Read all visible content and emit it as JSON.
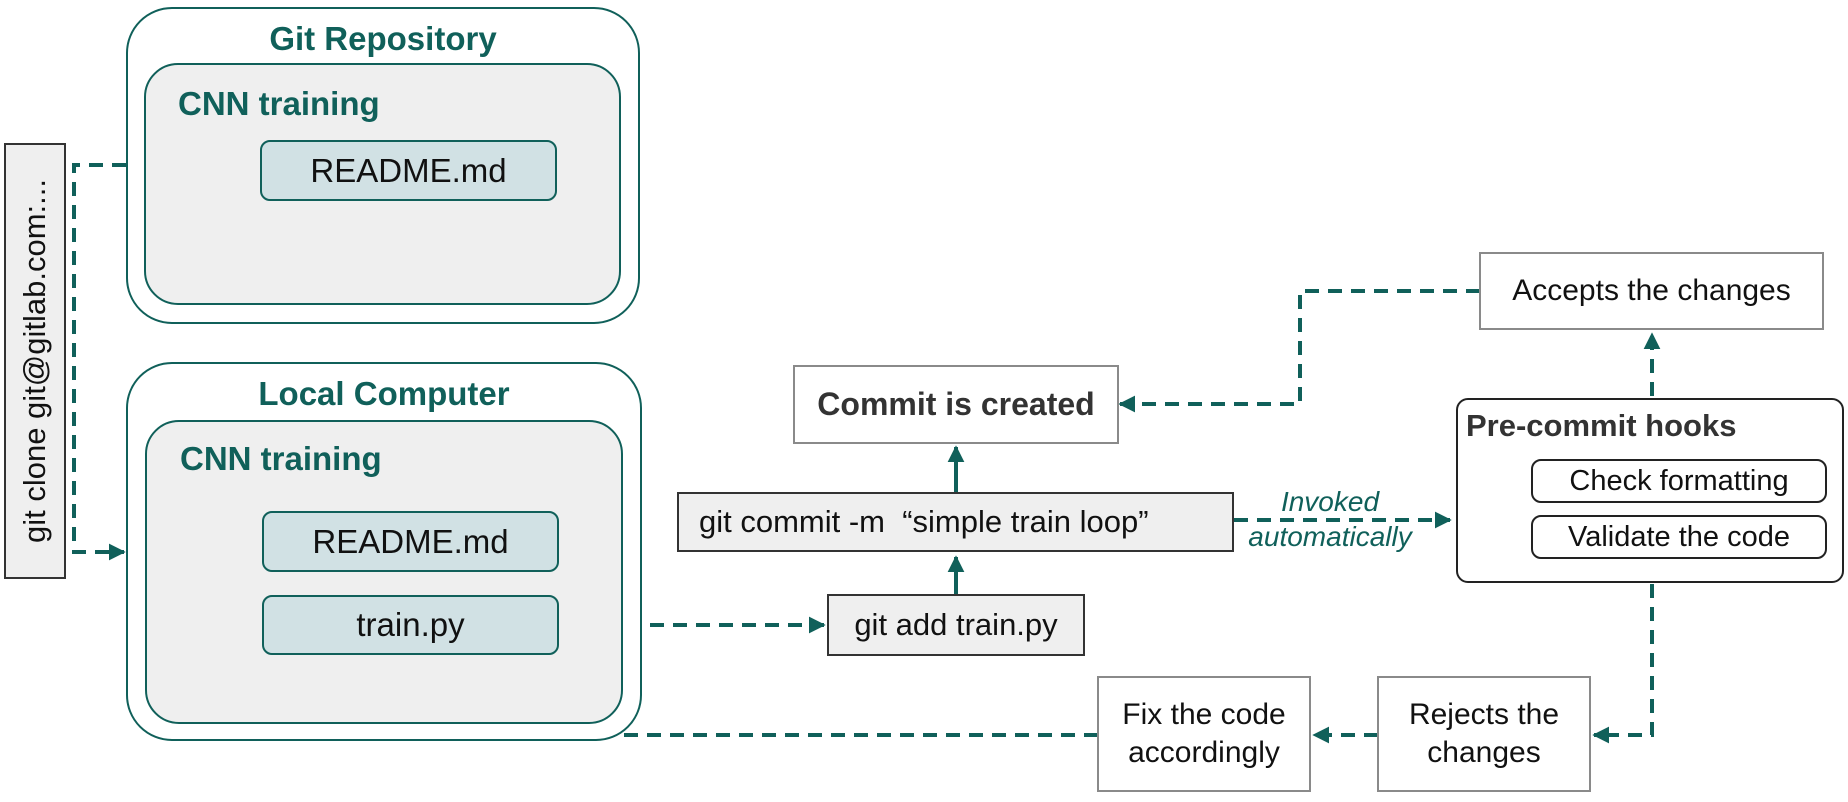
{
  "git_repository": {
    "title": "Git Repository",
    "folder": "CNN training",
    "files": [
      "README.md"
    ]
  },
  "local_computer": {
    "title": "Local Computer",
    "folder": "CNN training",
    "files": [
      "README.md",
      "train.py"
    ]
  },
  "clone_command": "git clone git@gitlab.com:...",
  "workflow": {
    "git_add": "git add train.py",
    "git_commit": "git commit -m  “simple train loop”",
    "commit_created": "Commit is created",
    "invoked_line1": "Invoked",
    "invoked_line2": "automatically",
    "precommit_title": "Pre-commit hooks",
    "hook_check": "Check formatting",
    "hook_validate": "Validate the code",
    "accepts": "Accepts the changes",
    "rejects_line1": "Rejects the",
    "rejects_line2": "changes",
    "fix_line1": "Fix the code",
    "fix_line2": "accordingly"
  },
  "colors": {
    "accent": "#10605a",
    "file_fill": "#d1e1e4",
    "panel_fill": "#efefef"
  }
}
